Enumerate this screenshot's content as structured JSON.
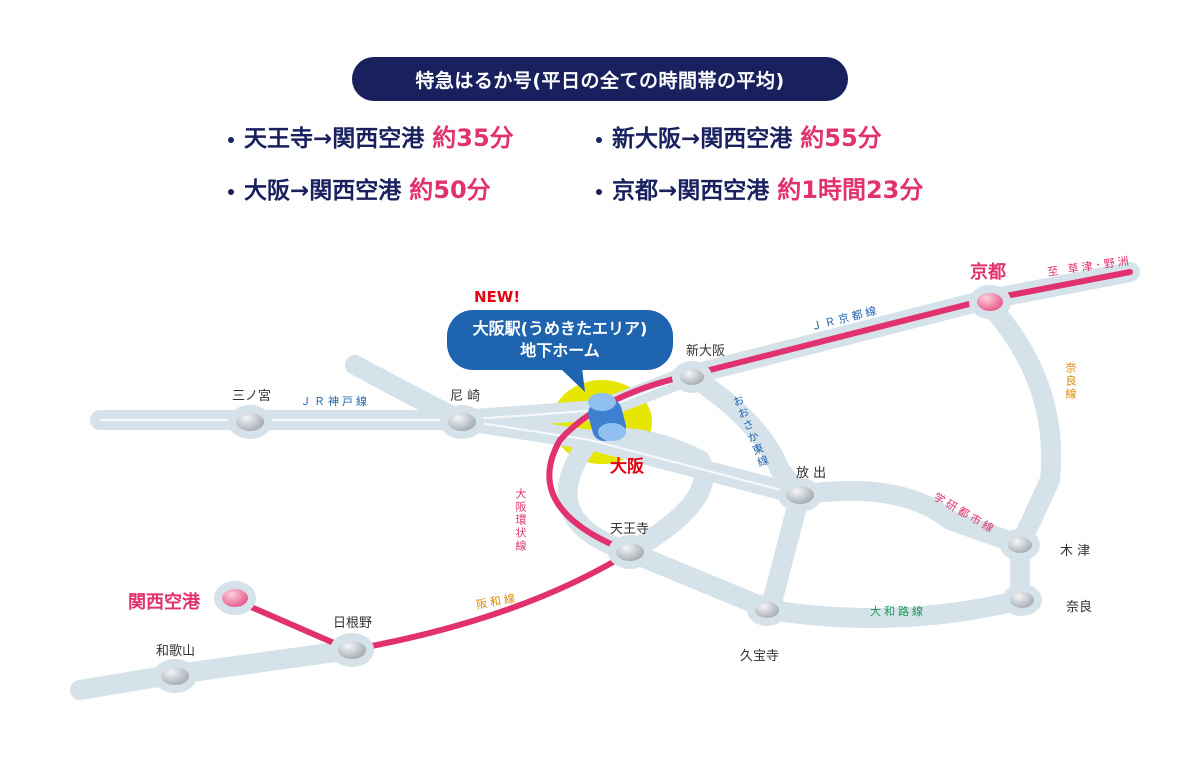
{
  "header": {
    "title": "特急はるか号(平日の全ての時間帯の平均)"
  },
  "travel_times": [
    {
      "route": "天王寺→関西空港",
      "duration": "約35分"
    },
    {
      "route": "新大阪→関西空港",
      "duration": "約55分"
    },
    {
      "route": "大阪→関西空港",
      "duration": "約50分"
    },
    {
      "route": "京都→関西空港",
      "duration": "約1時間23分"
    }
  ],
  "callout": {
    "badge": "NEW!",
    "line1": "大阪駅(うめきたエリア)",
    "line2": "地下ホーム"
  },
  "stations": {
    "kyoto": "京都",
    "kix": "関西空港",
    "osaka": "大阪",
    "sannomiya": "三ノ宮",
    "amagasaki": "尼 崎",
    "shin_osaka": "新大阪",
    "hanaten": "放 出",
    "tennoji": "天王寺",
    "hineno": "日根野",
    "wakayama": "和歌山",
    "kizu": "木 津",
    "nara": "奈良",
    "kyuhoji": "久宝寺"
  },
  "lines": {
    "to_kusatsu": "至 草津･野洲",
    "jr_kyoto": "ＪＲ京都線",
    "jr_kobe": "ＪＲ神戸線",
    "osaka_higashi": "おおさか東線",
    "nara_line": "奈良線",
    "gakken": "学研都市線",
    "loop": "大阪環状線",
    "hanwa": "阪和線",
    "yamatoji": "大和路線"
  },
  "colors": {
    "navy": "#18215e",
    "pink": "#e2316f",
    "track": "#d5e2ea",
    "callout": "#1f64ae",
    "highlight": "#e6e600",
    "red": "#e60012"
  }
}
